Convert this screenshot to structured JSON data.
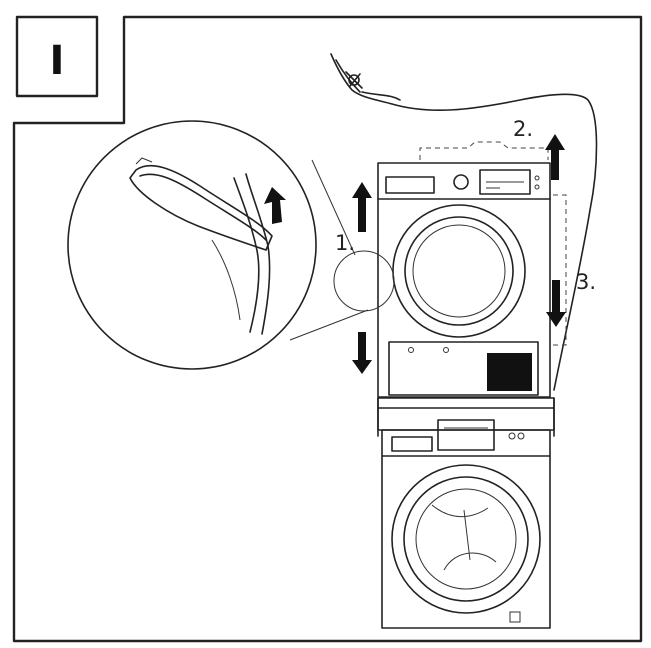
{
  "panel": {
    "step_label": "I",
    "callouts": [
      {
        "id": "1",
        "label": "1."
      },
      {
        "id": "2",
        "label": "2."
      },
      {
        "id": "3",
        "label": "3."
      }
    ]
  },
  "colors": {
    "line": "#222222",
    "fill_dark": "#111111",
    "background": "#ffffff"
  },
  "icons": [
    "arrow-up-icon",
    "arrow-down-icon"
  ]
}
